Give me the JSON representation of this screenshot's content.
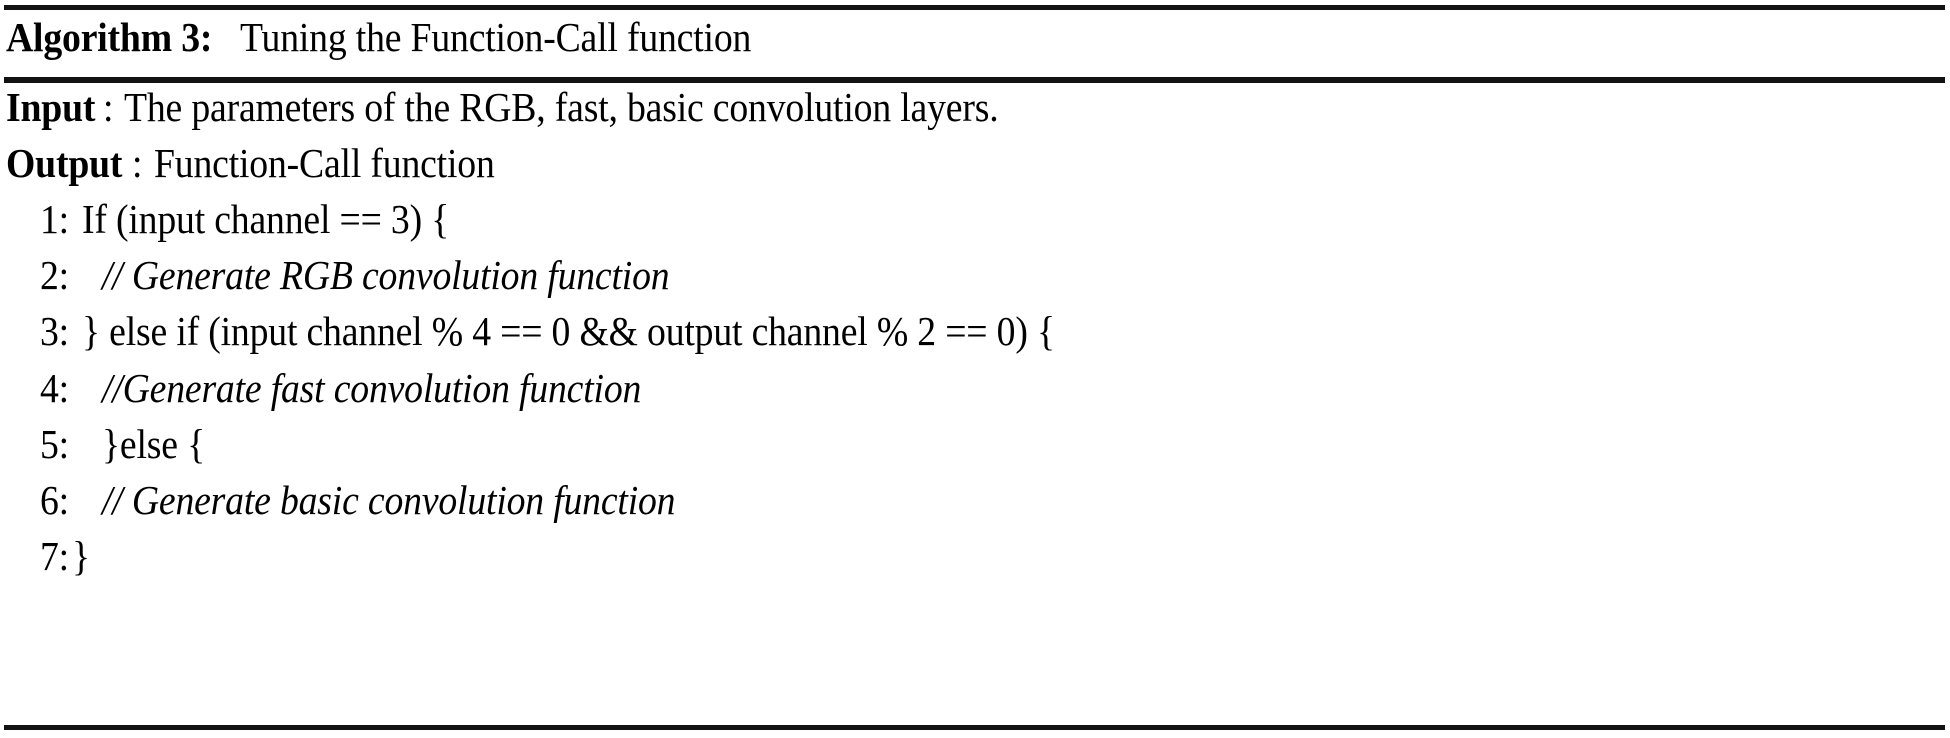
{
  "document": {
    "kind": "algorithm-float",
    "background_color": "#ffffff",
    "text_color": "#000000",
    "rule_color": "#131313"
  },
  "header": {
    "label": "Algorithm 3:",
    "title": "Tuning the Function-Call function"
  },
  "io": {
    "input_label": "Input",
    "input_separator": ": ",
    "input_text": "The parameters of the RGB, fast, basic convolution layers.",
    "output_label": "Output",
    "output_separator": ": ",
    "output_text": "Function-Call function"
  },
  "steps": [
    {
      "number": "1:",
      "gap": " ",
      "text": "If (input channel == 3) {",
      "italic": false
    },
    {
      "number": "2:",
      "gap": "   ",
      "text": "// Generate RGB convolution function",
      "italic": true
    },
    {
      "number": "3:",
      "gap": " ",
      "text": "} else if (input channel % 4 == 0 && output channel % 2 == 0) {",
      "italic": false
    },
    {
      "number": "4:",
      "gap": "   ",
      "text": "//Generate fast convolution function",
      "italic": true
    },
    {
      "number": "5:",
      "gap": "   ",
      "text": "}else {",
      "italic": false
    },
    {
      "number": "6:",
      "gap": "   ",
      "text": "// Generate basic convolution function",
      "italic": true
    },
    {
      "number": "7:",
      "gap": "",
      "text": "}",
      "italic": false
    }
  ],
  "rules": {
    "top": "horizontal-rule-top",
    "middle": "horizontal-rule-under-title",
    "bottom": "horizontal-rule-bottom"
  }
}
